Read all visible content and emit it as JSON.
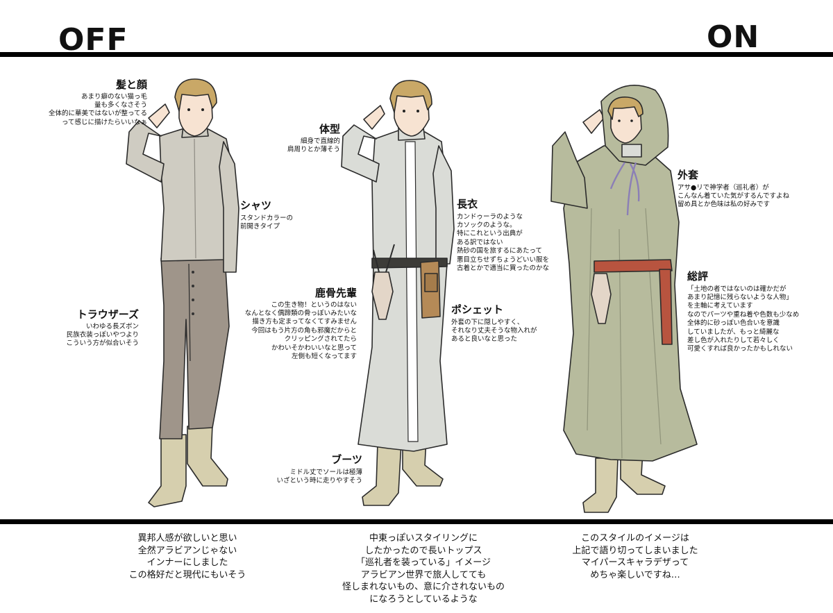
{
  "header": {
    "off_label": "OFF",
    "on_label": "ON"
  },
  "annotations": {
    "hair": {
      "title": "髪と顔",
      "body": "あまり癖のない猫っ毛\n量も多くなさそう\n全体的に華美ではないが整ってる\nって感じに描けたらいいなぁ"
    },
    "shirt": {
      "title": "シャツ",
      "body": "スタンドカラーの\n前開きタイプ"
    },
    "trousers": {
      "title": "トラウザーズ",
      "body": "いわゆる長ズボン\n民族衣装っぽいやつより\nこういう方が似合いそう"
    },
    "body_type": {
      "title": "体型",
      "body": "細身で直線的\n肩周りとか薄そう"
    },
    "robe": {
      "title": "長衣",
      "body": "カンドゥーラのような\nカソックのような。\n特にこれという出典が\nある訳ではない\n熱砂の国を旅するにあたって\n悪目立ちせずちょうどいい服を\n古着とかで適当に買ったのかな"
    },
    "skull": {
      "title": "鹿骨先輩",
      "body": "この生き物！というのはない\nなんとなく偶蹄類の骨っぽいみたいな\n描き方も定まってなくてすみません\n今回はもう片方の角も邪魔だからと\nクリッピングされてたら\nかわいそかわいいなと思って\n左側も短くなってます"
    },
    "pochette": {
      "title": "ポシェット",
      "body": "外套の下に隠しやすく、\nそれなり丈夫そうな物入れが\nあると良いなと思った"
    },
    "boots": {
      "title": "ブーツ",
      "body": "ミドル丈でソールは極薄\nいざという時に走りやすそう"
    },
    "cloak": {
      "title": "外套",
      "body": "アサ●リで神学者（巡礼者）が\nこんなん着ていた気がするんですよね\n留め具とか色味は私の好みです"
    },
    "review": {
      "title": "総評",
      "body": "「土地の者ではないのは確かだが\nあまり記憶に残らないような人物」\nを主軸に考えています\nなのでパーツや重ね着や色数も少なめ\n全体的に砂っぽい色合いを意識\nしていましたが、もっと綺麗な\n差し色が入れたりして若々しく\n可愛くすれば良かったかもしれない"
    }
  },
  "captions": {
    "off": "異邦人感が欲しいと思い\n全然アラビアンじゃない\nインナーにしました\nこの格好だと現代にもいそう",
    "middle": "中東っぽいスタイリングに\nしたかったので長いトップス\n「巡礼者を装っている」イメージ\nアラビアン世界で旅人してても\n怪しまれないもの、意に介されないもの\nになろうとしているような",
    "on": "このスタイルのイメージは\n上記で語り切ってしまいました\nマイパースキャラデザって\nめちゃ楽しいですね…"
  },
  "palette": {
    "hair": "#c9a867",
    "skin": "#f7e3d2",
    "shirt": "#cfccc2",
    "trousers": "#9f958a",
    "boots": "#d6cfae",
    "robe": "#dadcd7",
    "cloak": "#b7bb9d",
    "sash": "#b8543f",
    "pouch": "#b58a57",
    "belt": "#3d3c38",
    "bone": "#e3d6c8"
  }
}
